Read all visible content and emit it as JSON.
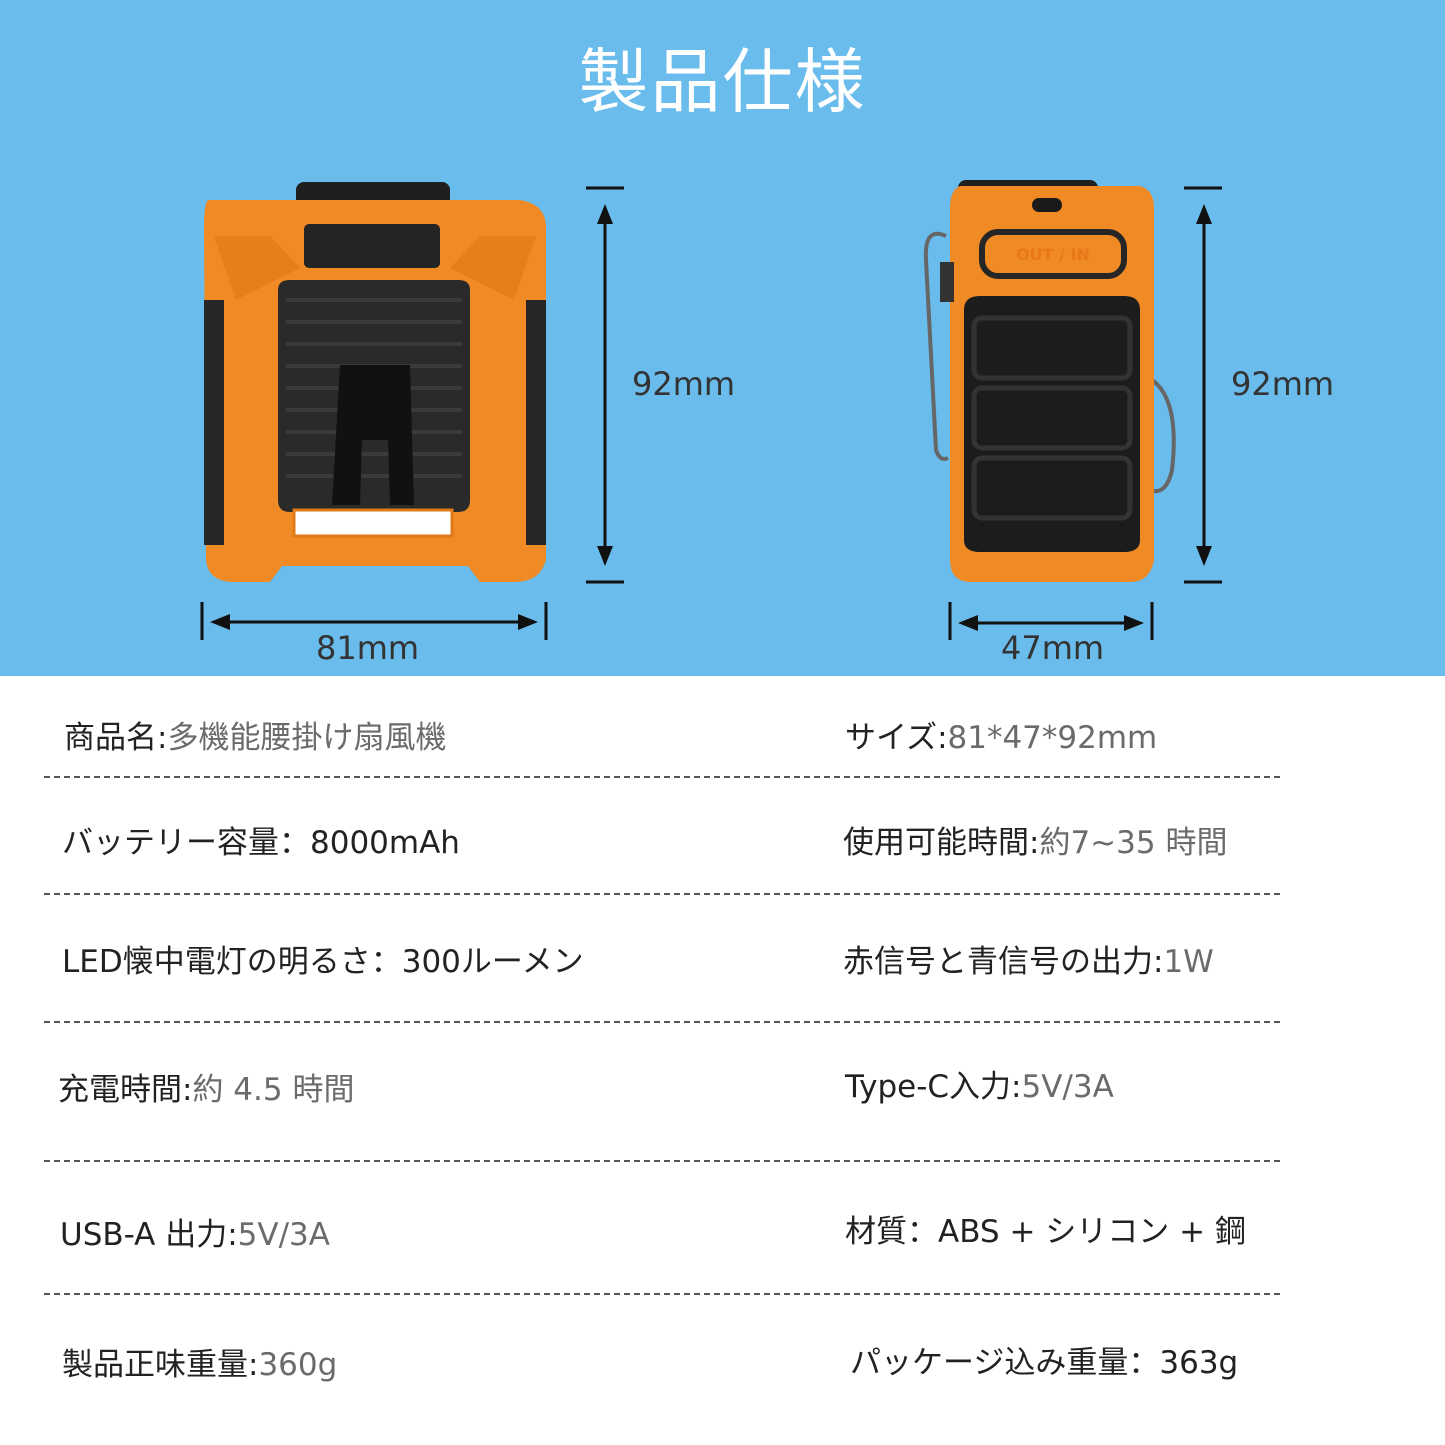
{
  "title": "製品仕様",
  "dimensions": {
    "front_height": "92mm",
    "front_width": "81mm",
    "side_height": "92mm",
    "side_width": "47mm",
    "port_label": "OUT / IN"
  },
  "colors": {
    "background_top": "#69bcec",
    "device_orange": "#f08a24",
    "device_black": "#222222"
  },
  "specs": [
    {
      "key": "商品名:",
      "value": "多機能腰掛け扇風機"
    },
    {
      "key": "サイズ:",
      "value": "81*47*92mm"
    },
    {
      "key": "バッテリー容量：",
      "value": "8000mAh"
    },
    {
      "key": "使用可能時間:",
      "value": "約7~35 時間"
    },
    {
      "key": "LED懐中電灯の明るさ：",
      "value": "300ルーメン"
    },
    {
      "key": "赤信号と青信号の出力:",
      "value": "1W"
    },
    {
      "key": "充電時間:",
      "value": "約 4.5 時間"
    },
    {
      "key": "Type-C入力:",
      "value": "5V/3A"
    },
    {
      "key": "USB-A 出力:",
      "value": "5V/3A"
    },
    {
      "key": "材質：",
      "value": "ABS + シリコン + 鋼"
    },
    {
      "key": "製品正味重量:",
      "value": "360g"
    },
    {
      "key": "パッケージ込み重量：",
      "value": "363g"
    }
  ]
}
